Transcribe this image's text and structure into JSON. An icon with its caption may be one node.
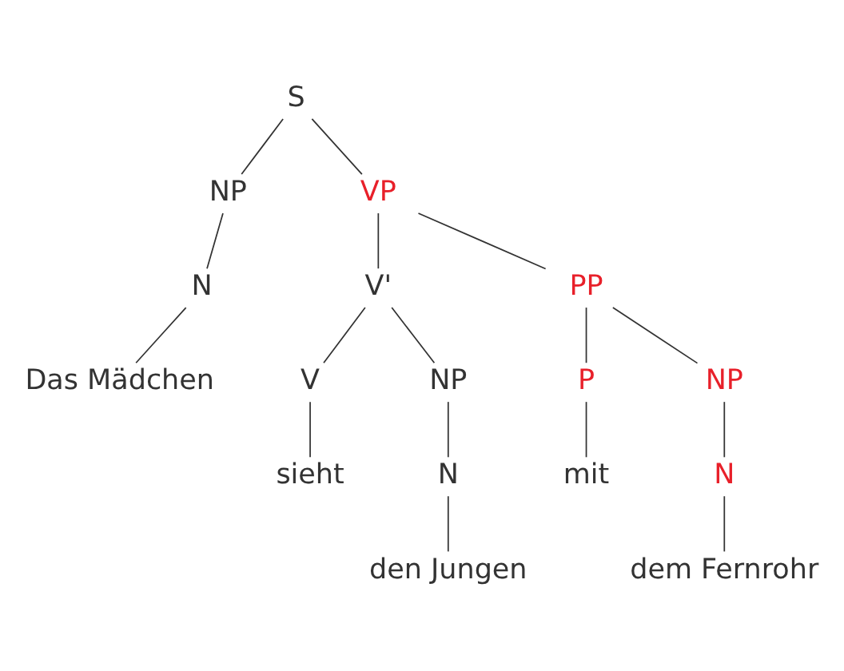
{
  "diagram": {
    "nodes": [
      {
        "text": [
          "S"
        ]
      },
      {
        "text": [
          "NP"
        ]
      },
      {
        "text": [
          "VP"
        ]
      },
      {
        "text": [
          "N"
        ]
      },
      {
        "text": [
          "V'"
        ]
      },
      {
        "text": [
          "PP"
        ]
      },
      {
        "text": [
          "Das Mädchen"
        ]
      },
      {
        "text": [
          "V"
        ]
      },
      {
        "text": [
          "NP"
        ]
      },
      {
        "text": [
          "P"
        ]
      },
      {
        "text": [
          "NP"
        ]
      },
      {
        "text": [
          "sieht"
        ]
      },
      {
        "text": [
          "N"
        ]
      },
      {
        "text": [
          "mit"
        ]
      },
      {
        "text": [
          "N"
        ]
      },
      {
        "text": [
          "den Jungen"
        ]
      },
      {
        "text": [
          "dem Fernrohr"
        ]
      }
    ],
    "edges": [
      {
        "from": 0,
        "to": 1,
        "arrow": "none"
      },
      {
        "from": 0,
        "to": 2,
        "arrow": "none"
      },
      {
        "from": 1,
        "to": 3,
        "arrow": "none"
      },
      {
        "from": 2,
        "to": 4,
        "arrow": "none"
      },
      {
        "from": 2,
        "to": 5,
        "arrow": "none"
      },
      {
        "from": 3,
        "to": 6,
        "arrow": "none"
      },
      {
        "from": 4,
        "to": 7,
        "arrow": "none"
      },
      {
        "from": 4,
        "to": 8,
        "arrow": "none"
      },
      {
        "from": 5,
        "to": 9,
        "arrow": "none"
      },
      {
        "from": 5,
        "to": 10,
        "arrow": "none"
      },
      {
        "from": 7,
        "to": 11,
        "arrow": "none"
      },
      {
        "from": 8,
        "to": 12,
        "arrow": "none"
      },
      {
        "from": 9,
        "to": 13,
        "arrow": "none"
      },
      {
        "from": 10,
        "to": 14,
        "arrow": "none"
      },
      {
        "from": 12,
        "to": 15,
        "arrow": "none"
      },
      {
        "from": 14,
        "to": 16,
        "arrow": "none"
      }
    ]
  }
}
